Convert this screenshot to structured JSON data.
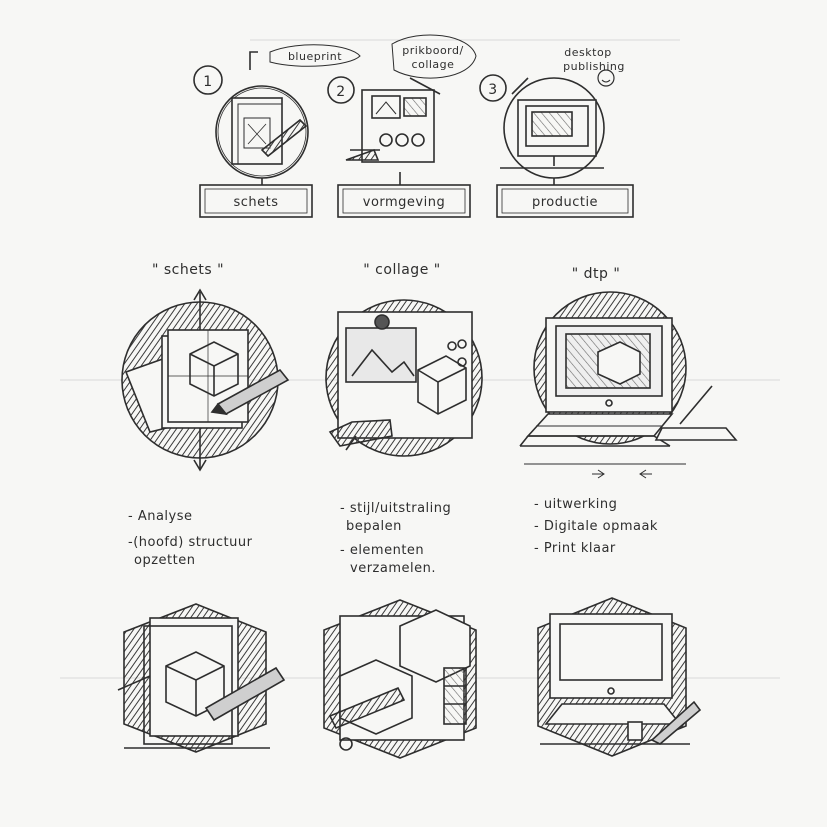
{
  "palette": {
    "paper": "#f7f7f5",
    "pencil": "#2e2e2e",
    "shade": "#4a4a4a",
    "light": "#8a8a8a"
  },
  "row1": {
    "steps": [
      {
        "number": "1",
        "note": "blueprint",
        "label": "schets",
        "icon": "sketch-pencil-icon"
      },
      {
        "number": "2",
        "note_line1": "prikboord/",
        "note_line2": "collage",
        "label": "vormgeving",
        "icon": "collage-board-icon"
      },
      {
        "number": "3",
        "note_line1": "desktop",
        "note_line2": "publishing",
        "label": "productie",
        "icon": "desktop-computer-icon"
      }
    ]
  },
  "row2": {
    "headings": [
      "\" schets \"",
      "\" collage \"",
      "\" dtp \""
    ],
    "notes": {
      "col1": [
        "- Analyse",
        "-(hoofd) structuur",
        "opzetten"
      ],
      "col2": [
        "- stijl/uitstraling",
        "bepalen",
        "- elementen",
        "verzamelen."
      ],
      "col3": [
        "- uitwerking",
        "- Digitale opmaak",
        "- Print klaar"
      ]
    }
  },
  "row3": {
    "icons": [
      "hexagon-sketch-icon",
      "hexagon-collage-icon",
      "hexagon-computer-icon"
    ]
  }
}
